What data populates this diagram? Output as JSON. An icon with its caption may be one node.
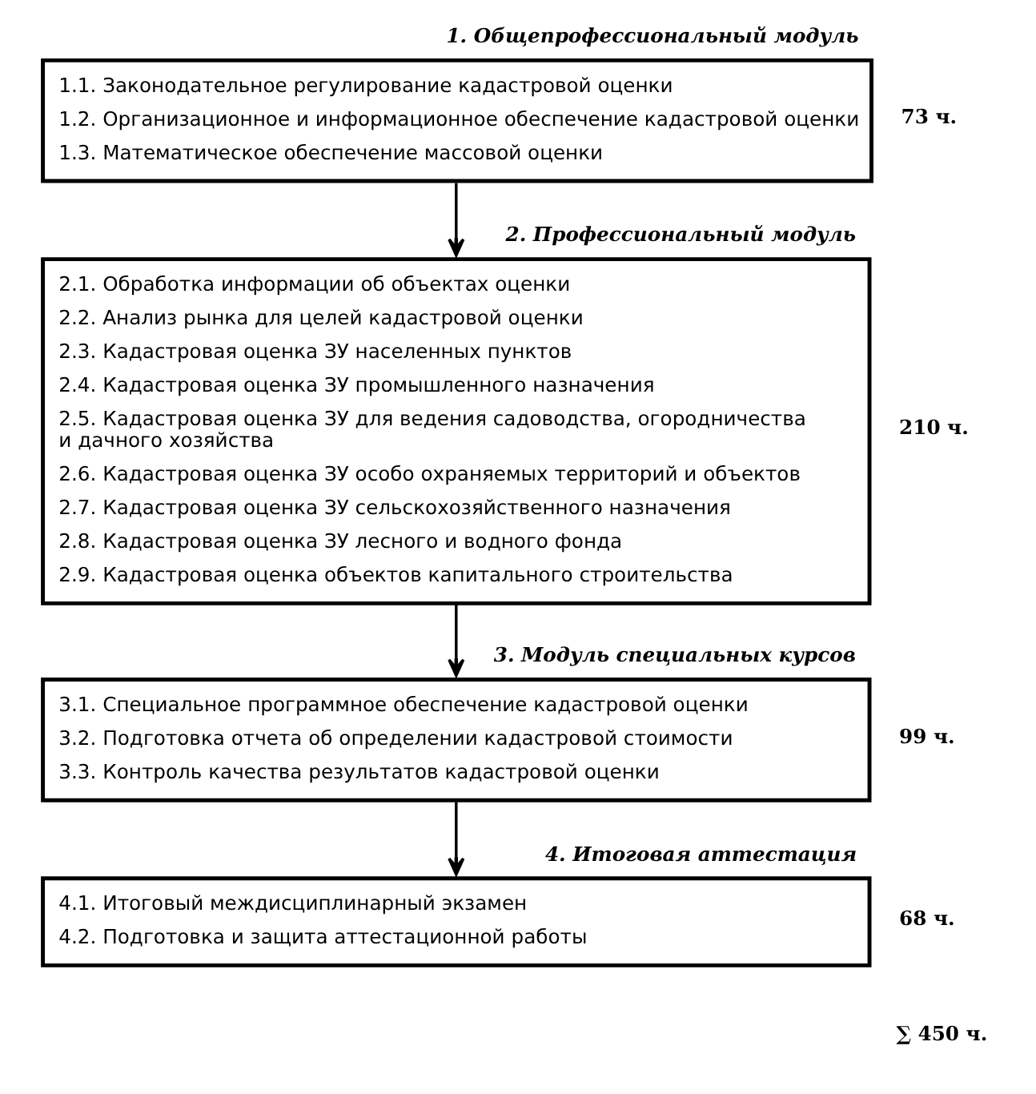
{
  "diagram": {
    "nodes": [
      {
        "text": [
          "1. Общепрофессиональный модуль",
          "1.1. Законодательное регулирование кадастровой оценки",
          "1.2. Организационное и информационное обеспечение кадастровой оценки",
          "1.3. Математическое обеспечение массовой оценки"
        ],
        "beside": [
          "73 ч."
        ]
      },
      {
        "text": [
          "2. Профессиональный модуль",
          "2.1. Обработка информации об объектах оценки",
          "2.2. Анализ рынка для целей кадастровой оценки",
          "2.3. Кадастровая оценка ЗУ населенных пунктов",
          "2.4. Кадастровая оценка ЗУ промышленного назначения",
          "2.5. Кадастровая оценка ЗУ для ведения садоводства, огородничества и дачного хозяйства",
          "2.6. Кадастровая оценка ЗУ особо охраняемых территорий и объектов",
          "2.7. Кадастровая оценка ЗУ сельскохозяйственного назначения",
          "2.8. Кадастровая оценка ЗУ лесного и водного фонда",
          "2.9. Кадастровая оценка объектов капитального строительства"
        ],
        "beside": [
          "210 ч."
        ]
      },
      {
        "text": [
          "3. Модуль специальных курсов",
          "3.1. Специальное программное обеспечение кадастровой оценки",
          "3.2. Подготовка отчета об определении кадастровой стоимости",
          "3.3. Контроль качества результатов кадастровой оценки"
        ],
        "beside": [
          "99 ч."
        ]
      },
      {
        "text": [
          "4. Итоговая аттестация",
          "4.1. Итоговый междисциплинарный экзамен",
          "4.2. Подготовка и защита аттестационной работы"
        ],
        "beside": [
          "68 ч."
        ]
      }
    ],
    "edges": [
      {
        "from": 0,
        "to": 1,
        "arrow": "to"
      },
      {
        "from": 1,
        "to": 2,
        "arrow": "to"
      },
      {
        "from": 2,
        "to": 3,
        "arrow": "to"
      }
    ],
    "labels": [
      "∑ 450 ч."
    ]
  }
}
